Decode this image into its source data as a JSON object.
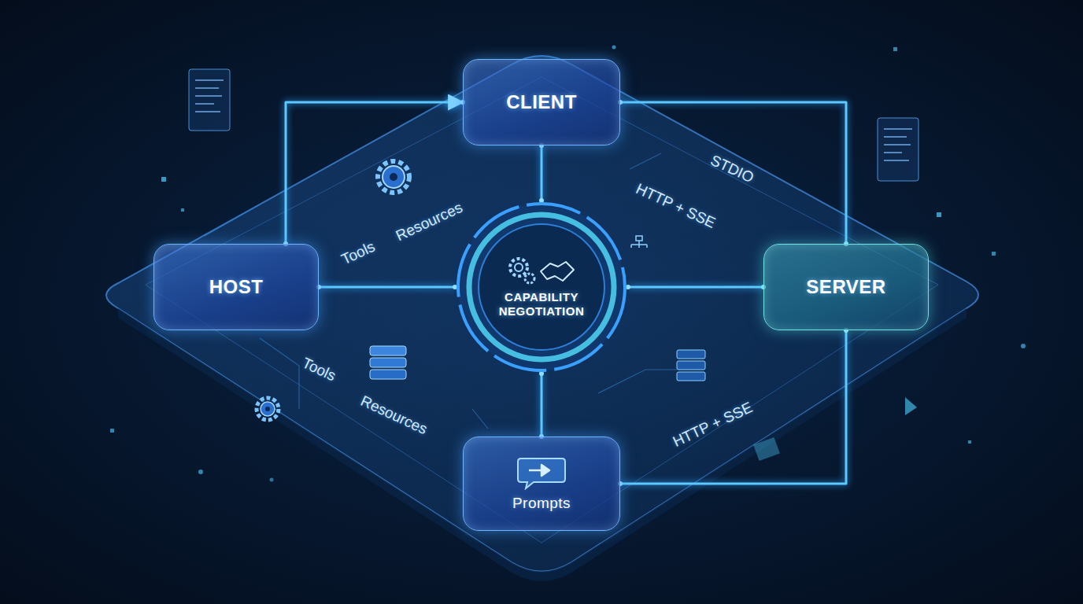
{
  "diagram": {
    "nodes": [
      {
        "text": [
          "CLIENT"
        ]
      },
      {
        "text": [
          "HOST"
        ]
      },
      {
        "text": [
          "CAPABILITY NEGOTIATION"
        ]
      },
      {
        "text": [
          "SERVER"
        ]
      },
      {
        "text": [
          "Prompts"
        ]
      }
    ],
    "edges": [
      {
        "from": 1,
        "to": 0,
        "arrow": "to"
      },
      {
        "from": 0,
        "to": 3,
        "arrow": "none"
      },
      {
        "from": 0,
        "to": 2,
        "arrow": "none"
      },
      {
        "from": 1,
        "to": 2,
        "arrow": "none"
      },
      {
        "from": 2,
        "to": 3,
        "arrow": "none"
      },
      {
        "from": 2,
        "to": 4,
        "arrow": "none"
      },
      {
        "from": 4,
        "to": 3,
        "arrow": "none"
      }
    ],
    "labels": [
      "Tools",
      "Resources",
      "STDIO",
      "HTTP + SSE",
      "Tools",
      "Resources",
      "HTTP + SSE"
    ]
  }
}
